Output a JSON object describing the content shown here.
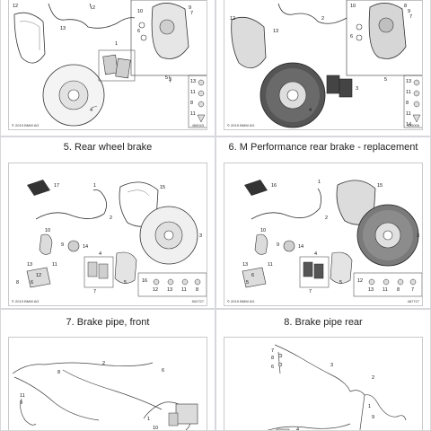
{
  "cards": [
    {
      "title": "",
      "copyright": "© 2019 BMW AG",
      "ref": "465043",
      "callouts": [
        "12",
        "13",
        "2",
        "10",
        "6",
        "9",
        "7",
        "1",
        "3",
        "5",
        "4",
        "13",
        "11",
        "8",
        "11"
      ]
    },
    {
      "title": "",
      "copyright": "© 2019 BMW AG",
      "ref": "505006",
      "callouts": [
        "10",
        "8",
        "9",
        "7",
        "12",
        "13",
        "6",
        "2",
        "3",
        "5",
        "4",
        "13",
        "11",
        "8",
        "11",
        "14"
      ]
    },
    {
      "title": "5. Rear wheel brake",
      "copyright": "© 2019 BMW AG",
      "ref": "502727",
      "callouts": [
        "17",
        "15",
        "2",
        "1",
        "3",
        "10",
        "9",
        "14",
        "13",
        "11",
        "4",
        "12",
        "6",
        "8",
        "5",
        "7",
        "16",
        "12",
        "13",
        "11",
        "8"
      ]
    },
    {
      "title": "6. M Performance rear brake - replacement",
      "copyright": "© 2019 BMW AG",
      "ref": "487727",
      "callouts": [
        "16",
        "1",
        "2",
        "15",
        "3",
        "10",
        "9",
        "14",
        "13",
        "11",
        "5",
        "4",
        "6",
        "5",
        "7",
        "12",
        "13",
        "11",
        "8",
        "7"
      ]
    },
    {
      "title": "7. Brake pipe, front",
      "copyright": "",
      "ref": "",
      "callouts": [
        "8",
        "2",
        "6",
        "11",
        "9",
        "1",
        "10"
      ]
    },
    {
      "title": "8. Brake pipe rear",
      "copyright": "",
      "ref": "",
      "callouts": [
        "7",
        "8",
        "6",
        "3",
        "2",
        "1",
        "9",
        "4"
      ]
    }
  ]
}
